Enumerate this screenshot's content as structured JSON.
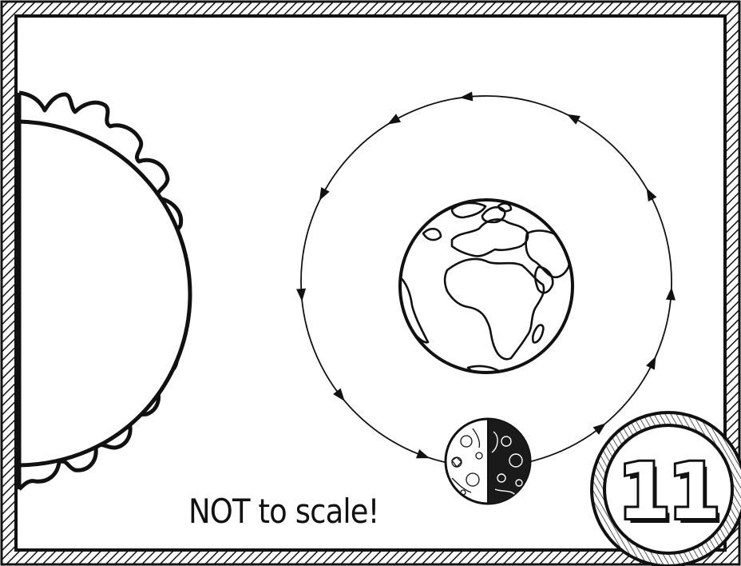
{
  "caption": "NOT to scale!",
  "badge_number": "11",
  "colors": {
    "ink": "#111111",
    "paper": "#ffffff",
    "moon_dark": "#1a1a1a"
  },
  "icons": {
    "sun": "sun-icon",
    "earth": "earth-globe-icon",
    "moon": "half-lit-moon-icon",
    "orbit": "orbit-path-arrows"
  }
}
